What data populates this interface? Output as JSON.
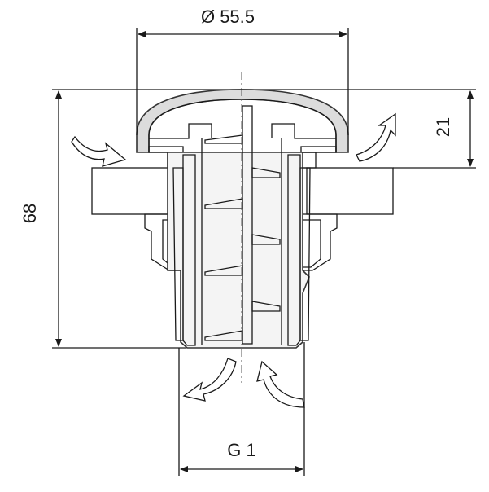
{
  "dimensions": {
    "diameter": "Ø 55.5",
    "height": "68",
    "cap_height": "21",
    "thread": "G 1"
  },
  "colors": {
    "line": "#1a1a1a",
    "fill_light": "#f2f2f2",
    "fill_panel": "#e4e4e4",
    "fill_thread": "#a8a8a8",
    "arrow_fill": "#ffffff"
  }
}
